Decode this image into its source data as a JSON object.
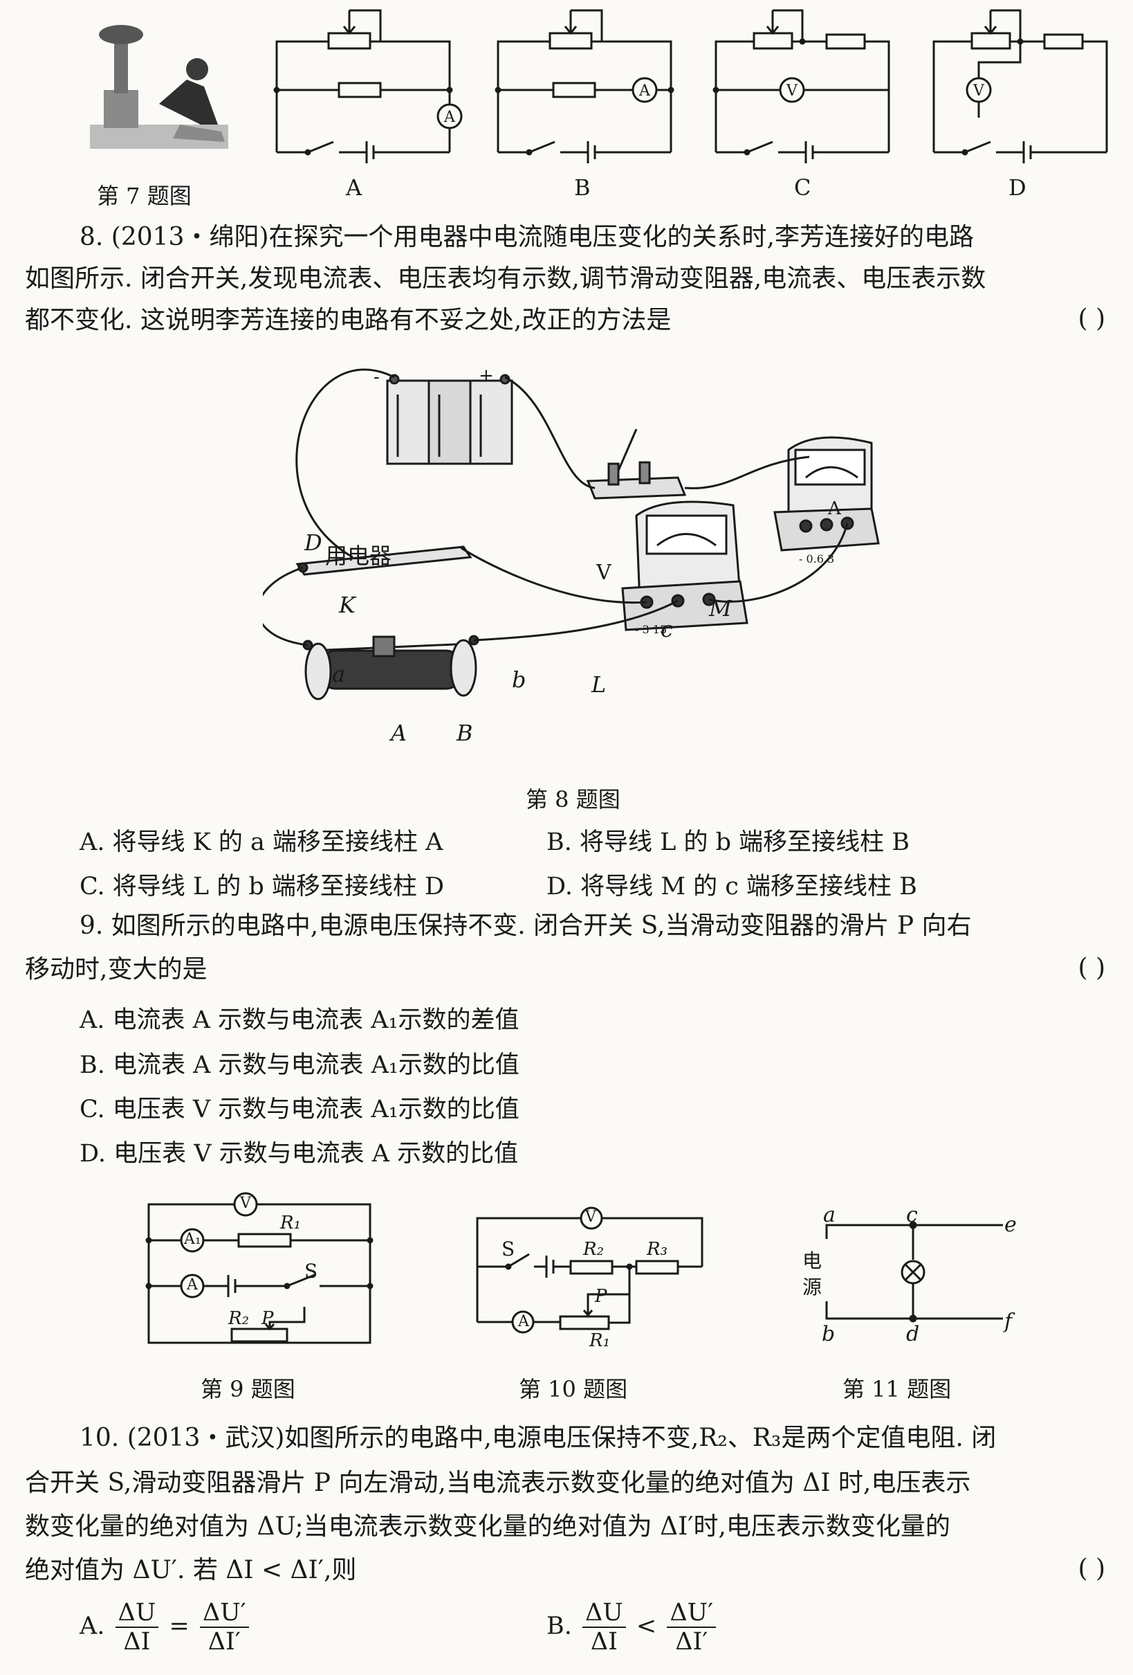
{
  "fig7": {
    "caption": "第 7 题图",
    "circuit_labels": [
      "A",
      "B",
      "C",
      "D"
    ]
  },
  "q8": {
    "line1": "8. (2013・绵阳)在探究一个用电器中电流随电压变化的关系时,李芳连接好的电路",
    "line2": "如图所示. 闭合开关,发现电流表、电压表均有示数,调节滑动变阻器,电流表、电压表示数",
    "line3": "都不变化. 这说明李芳连接的电路有不妥之处,改正的方法是",
    "paren": "(      )",
    "caption": "第 8 题图",
    "labels": {
      "device": "用电器",
      "D": "D",
      "K": "K",
      "a": "a",
      "b": "b",
      "A": "A",
      "B": "B",
      "L": "L",
      "M": "M",
      "c": "c",
      "V": "V",
      "Am": "A",
      "minus": "-",
      "plus": "+",
      "a_terms": "- 0.6 3",
      "v_terms": "- 3 15"
    },
    "options": {
      "A": "A. 将导线 K 的 a 端移至接线柱 A",
      "B": "B. 将导线 L 的 b 端移至接线柱 B",
      "C": "C. 将导线 L 的 b 端移至接线柱 D",
      "D": "D. 将导线 M 的 c 端移至接线柱 B"
    }
  },
  "q9": {
    "line1": "9. 如图所示的电路中,电源电压保持不变. 闭合开关 S,当滑动变阻器的滑片 P 向右",
    "line2": "移动时,变大的是",
    "paren": "(      )",
    "options": {
      "A": "A. 电流表 A 示数与电流表 A₁示数的差值",
      "B": "B. 电流表 A 示数与电流表 A₁示数的比值",
      "C": "C. 电压表 V 示数与电流表 A₁示数的比值",
      "D": "D. 电压表 V 示数与电流表 A 示数的比值"
    }
  },
  "figs_row": {
    "cap9": "第 9 题图",
    "cap10": "第 10 题图",
    "cap11": "第 11 题图",
    "f9": {
      "V": "V",
      "A1": "A₁",
      "R1": "R₁",
      "A": "A",
      "S": "S",
      "R2": "R₂",
      "P": "P"
    },
    "f10": {
      "V": "V",
      "S": "S",
      "R2": "R₂",
      "R3": "R₃",
      "P": "P",
      "A": "A",
      "R1": "R₁"
    },
    "f11": {
      "a": "a",
      "c": "c",
      "e": "e",
      "src1": "电",
      "src2": "源",
      "b": "b",
      "d": "d",
      "f": "f"
    }
  },
  "q10": {
    "line1": "10. (2013・武汉)如图所示的电路中,电源电压保持不变,R₂、R₃是两个定值电阻. 闭",
    "line2": "合开关 S,滑动变阻器滑片 P 向左滑动,当电流表示数变化量的绝对值为 ΔI 时,电压表示",
    "line3": "数变化量的绝对值为 ΔU;当电流表示数变化量的绝对值为 ΔI′时,电压表示数变化量的",
    "line4": "绝对值为 ΔU′. 若 ΔI < ΔI′,则",
    "paren": "(      )",
    "optA": {
      "label": "A.",
      "n1": "ΔU",
      "d1": "ΔI",
      "op": "=",
      "n2": "ΔU′",
      "d2": "ΔI′"
    },
    "optB": {
      "label": "B.",
      "n1": "ΔU",
      "d1": "ΔI",
      "op": "<",
      "n2": "ΔU′",
      "d2": "ΔI′"
    }
  }
}
